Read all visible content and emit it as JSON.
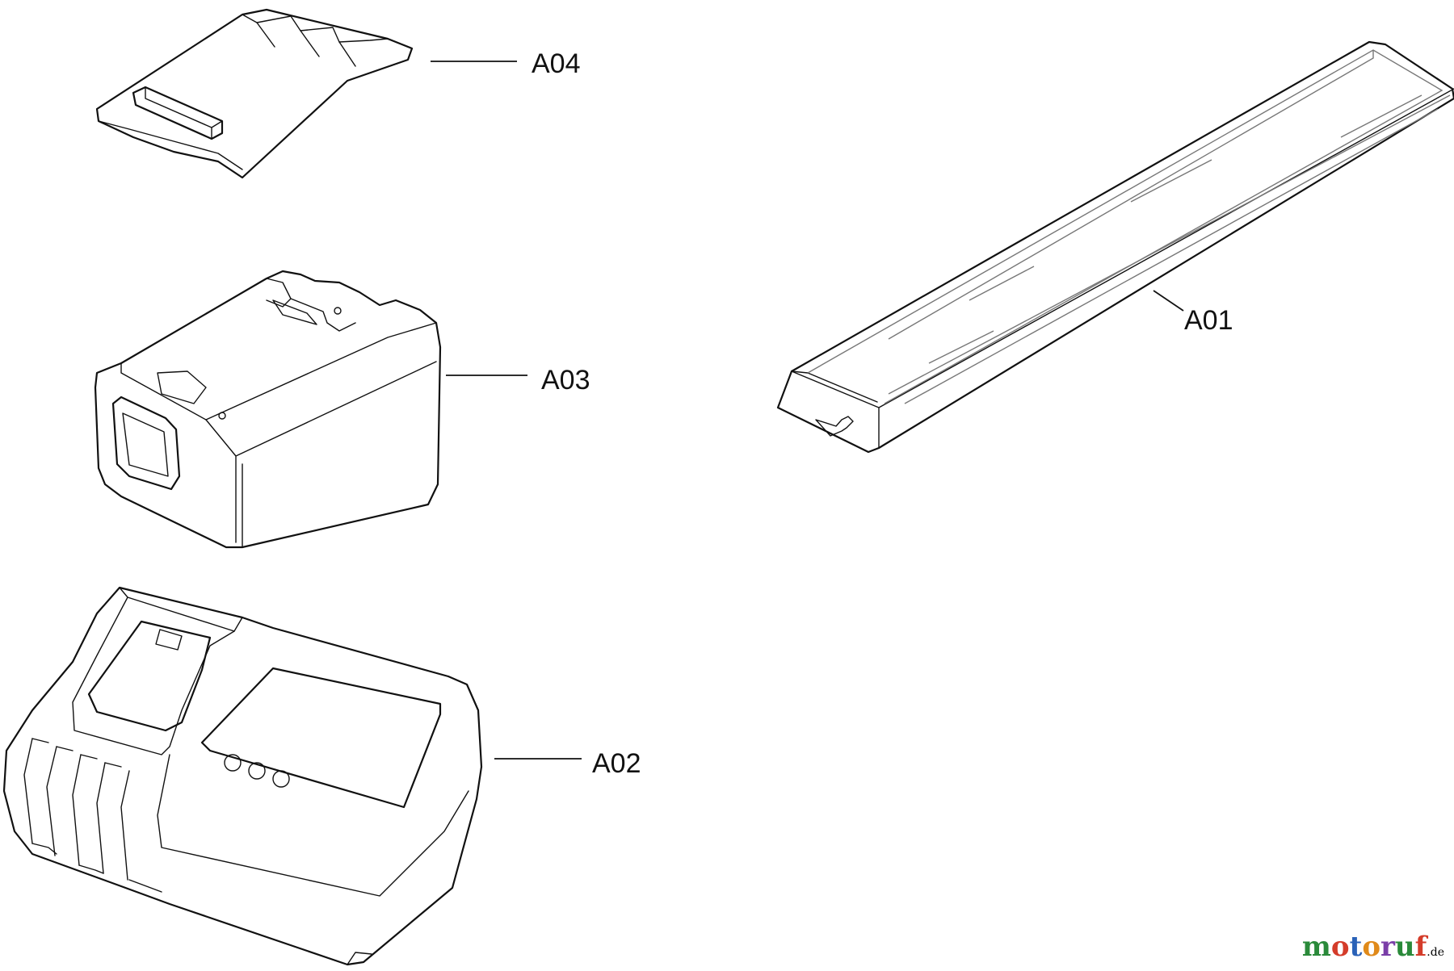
{
  "callouts": {
    "a01": "A01",
    "a02": "A02",
    "a03": "A03",
    "a04": "A04"
  },
  "watermark": {
    "name": "motoruf",
    "suffix": ".de",
    "colors": [
      "#2a8a3a",
      "#d43c2a",
      "#2a62b8",
      "#e08a1a",
      "#7a3ea8",
      "#2a8a3a",
      "#d43c2a"
    ]
  }
}
